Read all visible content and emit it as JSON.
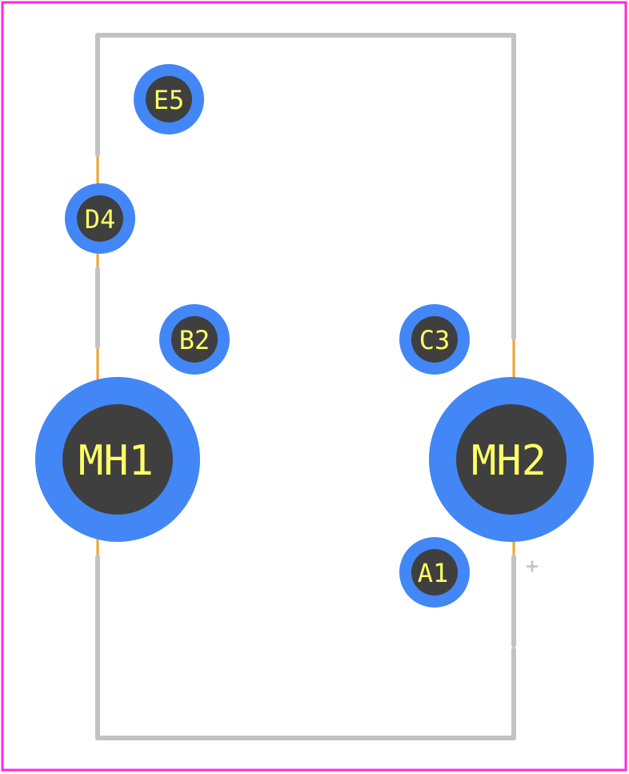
{
  "colors": {
    "background": "#ffffff",
    "courtyard": "#ff26e2",
    "silkscreen": "#c2c2c2",
    "fabrication": "#f2a025",
    "copper_pad": "#4287f5",
    "drill_hole": "#3f3f3f",
    "pad_label": "#ffff66"
  },
  "pads": [
    {
      "id": "pad-e5",
      "label": "E5",
      "kind": "signal"
    },
    {
      "id": "pad-d4",
      "label": "D4",
      "kind": "signal"
    },
    {
      "id": "pad-b2",
      "label": "B2",
      "kind": "signal"
    },
    {
      "id": "pad-c3",
      "label": "C3",
      "kind": "signal"
    },
    {
      "id": "pad-a1",
      "label": "A1",
      "kind": "signal"
    },
    {
      "id": "pad-mh1",
      "label": "MH1",
      "kind": "mounting"
    },
    {
      "id": "pad-mh2",
      "label": "MH2",
      "kind": "mounting"
    }
  ],
  "pin1_marker": {
    "glyph": "+"
  }
}
